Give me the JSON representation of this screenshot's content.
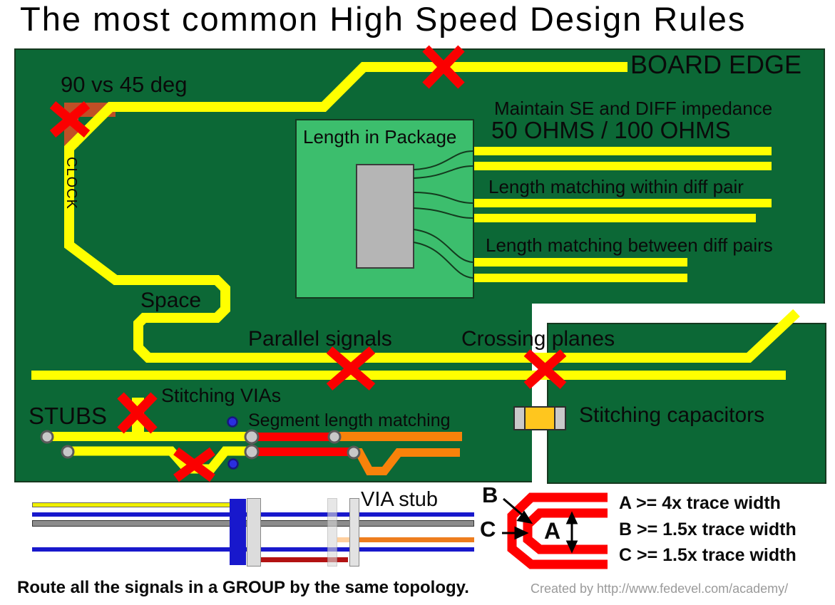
{
  "title": "The most common High Speed Design Rules",
  "colors": {
    "board_green": "#0C6836",
    "package_green": "#3CBE6D",
    "trace_yellow": "#FFFF00",
    "error_red": "#FF0000",
    "corner_orange": "#C04F26",
    "trace_orange": "#F8820A",
    "stack_blue": "#1818CC",
    "stack_dark_red": "#B21212",
    "via_gray": "#C8C8C8",
    "stitching_via_blue": "#2A2EE0",
    "capacitor_body": "#FFC61E",
    "capacitor_terminal": "#C9C9C9"
  },
  "board": {
    "labels": {
      "deg_rule": "90 vs 45 deg",
      "clock": "CLOCK",
      "board_edge": "BOARD EDGE",
      "impedance_rule": "Maintain SE and DIFF impedance",
      "impedance_values": "50 OHMS / 100 OHMS",
      "length_in_package": "Length in Package",
      "match_within_pair": "Length matching within diff pair",
      "match_between_pairs": "Length matching between diff pairs",
      "space": "Space",
      "parallel_signals": "Parallel signals",
      "crossing_planes": "Crossing planes",
      "stitching_vias": "Stitching VIAs",
      "stubs": "STUBS",
      "segment_length_matching": "Segment length matching",
      "stitching_capacitors": "Stitching capacitors"
    }
  },
  "bottom": {
    "via_stub": "VIA stub",
    "label_a": "A",
    "label_b": "B",
    "label_c": "C",
    "rule_a": "A >= 4x trace width",
    "rule_b": "B >= 1.5x trace width",
    "rule_c": "C >= 1.5x trace width",
    "route_note": "Route all the signals in a GROUP by the same topology.",
    "credit": "Created by http://www.fedevel.com/academy/"
  }
}
